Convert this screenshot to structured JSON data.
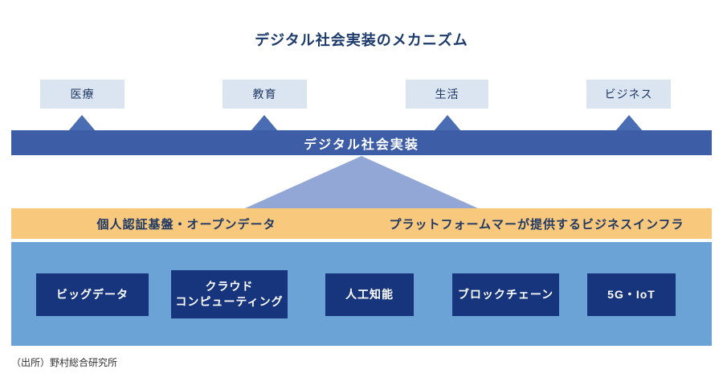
{
  "title": "デジタル社会実装のメカニズム",
  "top_boxes": [
    {
      "label": "医療"
    },
    {
      "label": "教育"
    },
    {
      "label": "生活"
    },
    {
      "label": "ビジネス"
    }
  ],
  "main_bar": {
    "label": "デジタル社会実装"
  },
  "mid_bar": {
    "left": "個人認証基盤・オープンデータ",
    "right": "プラットフォームマーが提供するビジネスインフラ"
  },
  "tech_boxes": [
    {
      "label": "ビッグデータ"
    },
    {
      "label": "クラウド\nコンピューティング"
    },
    {
      "label": "人工知能"
    },
    {
      "label": "ブロックチェーン"
    },
    {
      "label": "5G・IoT"
    }
  ],
  "source": "（出所）野村総合研究所",
  "colors": {
    "title_text": "#1b3a6b",
    "top_box_bg": "#dbe5f1",
    "arrow_blue": "#4a6cb3",
    "main_bar_bg": "#3d5da7",
    "big_triangle": "#93a7d6",
    "mid_bar_bg": "#f8c87c",
    "platform_bg": "#6ba3d6",
    "tech_box_bg": "#17357d"
  }
}
